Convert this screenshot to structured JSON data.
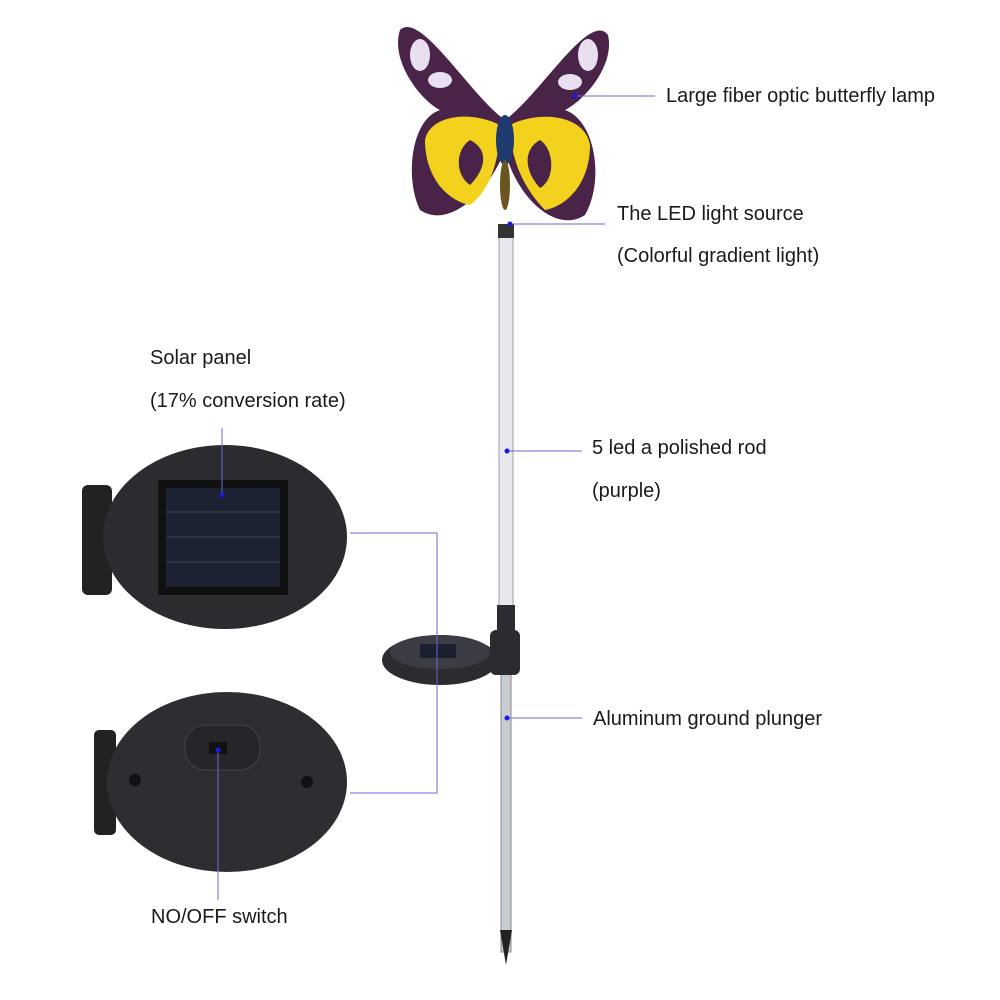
{
  "labels": {
    "butterfly": "Large fiber optic butterfly lamp",
    "led_source": "The LED light source",
    "led_source_sub": "(Colorful gradient light)",
    "solar_panel": "Solar panel",
    "solar_panel_sub": "(17% conversion rate)",
    "rod": "5 led a polished rod",
    "rod_sub": "(purple)",
    "plunger": "Aluminum ground plunger",
    "switch": "NO/OFF switch"
  },
  "colors": {
    "leader_line": "#5a5ad0",
    "dot": "#1a1ae0",
    "housing": "#2b2b30",
    "wing_yellow": "#f2d21c",
    "wing_purple": "#4a2448"
  }
}
